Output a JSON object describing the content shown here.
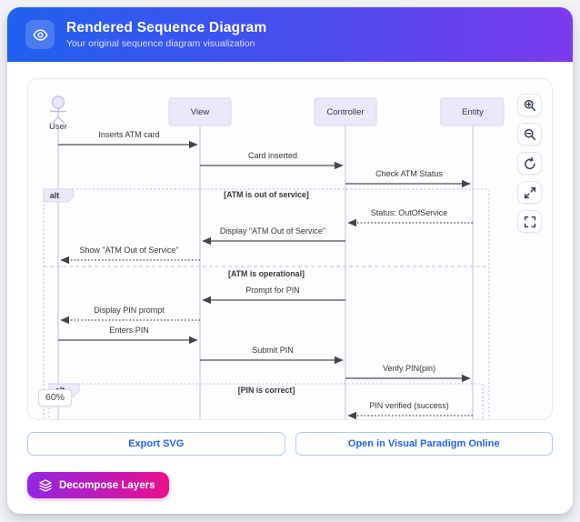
{
  "header": {
    "title": "Rendered Sequence Diagram",
    "subtitle": "Your original sequence diagram visualization",
    "icon": "eye-icon"
  },
  "diagram": {
    "zoom_level": "60%",
    "participants": [
      {
        "name": "User",
        "kind": "actor"
      },
      {
        "name": "View",
        "kind": "participant"
      },
      {
        "name": "Controller",
        "kind": "participant"
      },
      {
        "name": "Entity",
        "kind": "participant"
      }
    ],
    "messages": [
      {
        "from": "User",
        "to": "View",
        "label": "Inserts ATM card",
        "line": "solid"
      },
      {
        "from": "View",
        "to": "Controller",
        "label": "Card inserted",
        "line": "solid"
      },
      {
        "from": "Controller",
        "to": "Entity",
        "label": "Check ATM Status",
        "line": "solid"
      },
      {
        "from": "Entity",
        "to": "Controller",
        "label": "Status: OutOfService",
        "line": "dashed"
      },
      {
        "from": "Controller",
        "to": "View",
        "label": "Display \"ATM Out of Service\"",
        "line": "solid"
      },
      {
        "from": "View",
        "to": "User",
        "label": "Show \"ATM Out of Service\"",
        "line": "dashed"
      },
      {
        "from": "Controller",
        "to": "View",
        "label": "Prompt for PIN",
        "line": "solid"
      },
      {
        "from": "View",
        "to": "User",
        "label": "Display PIN prompt",
        "line": "dashed"
      },
      {
        "from": "User",
        "to": "View",
        "label": "Enters PIN",
        "line": "solid"
      },
      {
        "from": "View",
        "to": "Controller",
        "label": "Submit PIN",
        "line": "solid"
      },
      {
        "from": "Controller",
        "to": "Entity",
        "label": "Verify PIN(pin)",
        "line": "solid"
      },
      {
        "from": "Entity",
        "to": "Controller",
        "label": "PIN verified (success)",
        "line": "dashed"
      }
    ],
    "fragments": [
      {
        "operator": "alt",
        "guards": [
          "[ATM is out of service]",
          "[ATM is operational]"
        ]
      },
      {
        "operator": "alt",
        "guards": [
          "[PIN is correct]"
        ]
      }
    ],
    "controls": [
      {
        "name": "zoom-in-icon"
      },
      {
        "name": "zoom-out-icon"
      },
      {
        "name": "reset-view-icon"
      },
      {
        "name": "expand-icon"
      },
      {
        "name": "fullscreen-icon"
      }
    ]
  },
  "actions": {
    "export_svg": "Export SVG",
    "open_online": "Open in Visual Paradigm Online",
    "decompose": "Decompose Layers"
  },
  "colors": {
    "header_gradient_start": "#2160ef",
    "header_gradient_end": "#7c3aed",
    "accent_blue": "#2563eb",
    "decompose_gradient_start": "#9127e3",
    "decompose_gradient_end": "#ea0f8d",
    "participant_fill": "#eae9f9",
    "lifeline": "#cdc7ec"
  }
}
